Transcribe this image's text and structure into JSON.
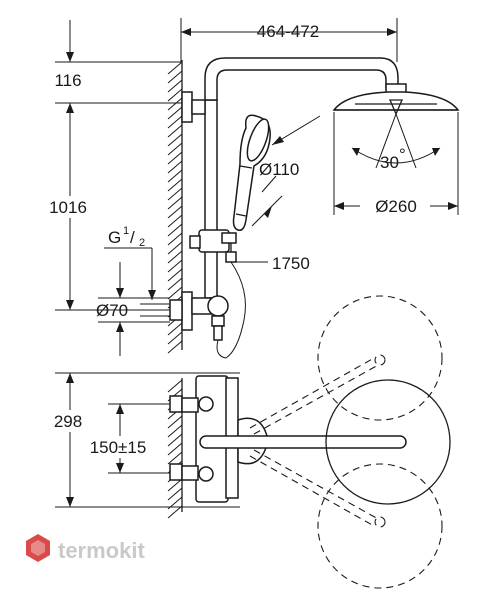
{
  "diagram": {
    "dimensions": {
      "top_width": "464-472",
      "top_offset": "116",
      "main_height": "1016",
      "thread_prefix": "G",
      "thread_num": "1",
      "thread_den": "2",
      "pipe_diameter": "Ø70",
      "hand_shower_diameter": "Ø110",
      "hose_length": "1750",
      "angle": "30",
      "angle_unit": "°",
      "head_diameter": "Ø260",
      "thermo_height": "298",
      "inlet_spacing": "150±15"
    },
    "watermark": {
      "text": "termokit",
      "color": "#d94a4a"
    }
  }
}
